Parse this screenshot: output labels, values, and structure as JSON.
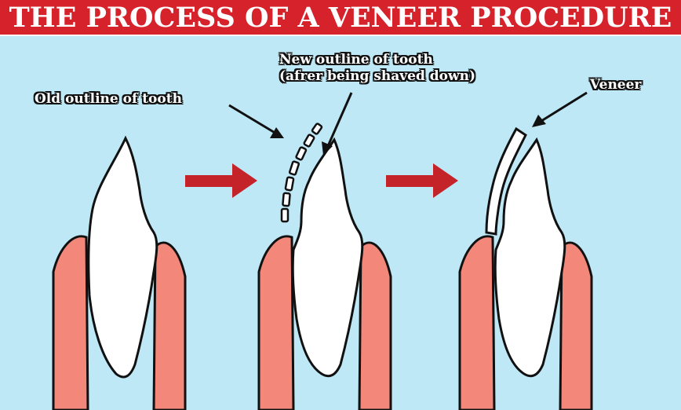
{
  "title": "THE PROCESS OF A VENEER PROCEDURE",
  "labels": {
    "old_outline": "Old outline of tooth",
    "new_outline_line1": "New outline of tooth",
    "new_outline_line2": "(afrer being shaved down)",
    "veneer": "Veneer"
  },
  "colors": {
    "title_bar": "#d6222a",
    "background": "#bfe8f6",
    "gum": "#f3877a",
    "tooth": "#ffffff",
    "outline": "#111111",
    "arrow": "#c4232a"
  },
  "stages": [
    "original-tooth",
    "shaved-tooth",
    "tooth-with-veneer"
  ]
}
